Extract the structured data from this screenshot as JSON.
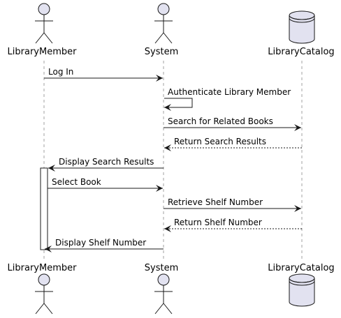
{
  "participants": {
    "member": "LibraryMember",
    "system": "System",
    "catalog": "LibraryCatalog"
  },
  "messages": [
    {
      "text": "Log In",
      "from": "member",
      "to": "system",
      "style": "solid"
    },
    {
      "text": "Authenticate Library Member",
      "from": "system",
      "to": "system",
      "style": "solid"
    },
    {
      "text": "Search for Related Books",
      "from": "system",
      "to": "catalog",
      "style": "solid"
    },
    {
      "text": "Return Search Results",
      "from": "catalog",
      "to": "system",
      "style": "dashed"
    },
    {
      "text": "Display Search Results",
      "from": "system",
      "to": "member",
      "style": "solid"
    },
    {
      "text": "Select Book",
      "from": "member",
      "to": "system",
      "style": "solid"
    },
    {
      "text": "Retrieve Shelf Number",
      "from": "system",
      "to": "catalog",
      "style": "solid"
    },
    {
      "text": "Return Shelf Number",
      "from": "catalog",
      "to": "system",
      "style": "dashed"
    },
    {
      "text": "Display Shelf Number",
      "from": "system",
      "to": "member",
      "style": "solid"
    }
  ],
  "colors": {
    "actor_fill": "#e2e2f0",
    "lifeline": "#a0a0a0",
    "line": "#181818",
    "activation_fill": "#ffffff"
  }
}
